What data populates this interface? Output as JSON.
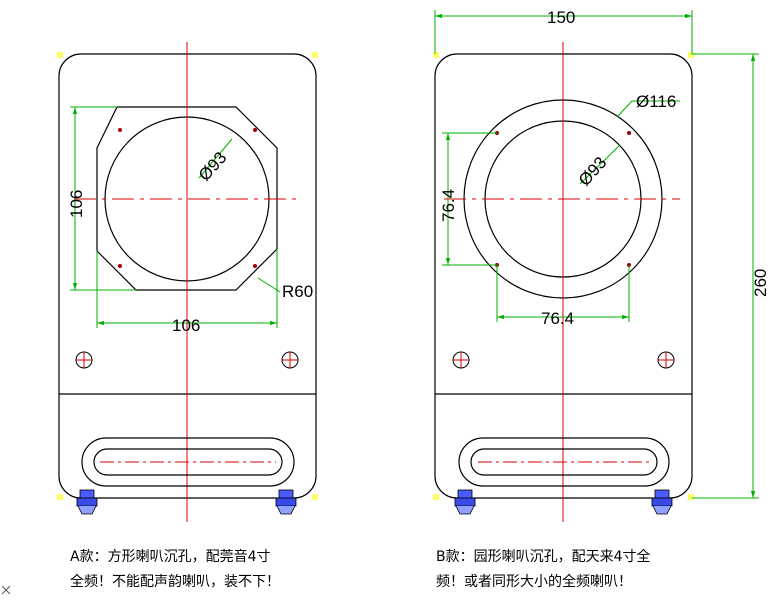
{
  "panel_a": {
    "dims": {
      "circle_dia": "Ø93",
      "height": "106",
      "width": "106",
      "corner_radius": "R60"
    },
    "caption": {
      "line1": "A款：方形喇叭沉孔，配莞音4寸",
      "line2": "全频！不能配声韵喇叭，装不下！"
    }
  },
  "panel_b": {
    "dims": {
      "overall_width": "150",
      "outer_dia": "Ø116",
      "inner_dia": "Ø93",
      "hole_height": "76.4",
      "hole_width": "76.4",
      "overall_height": "260"
    },
    "caption": {
      "line1": "B款：园形喇叭沉孔，配天来4寸全",
      "line2": "频！或者同形大小的全频喇叭！"
    }
  },
  "colors": {
    "outline": "#000000",
    "centerline": "#d40000",
    "dimension": "#00b000",
    "leader": "#0000ff",
    "grip": "#ffff66"
  }
}
